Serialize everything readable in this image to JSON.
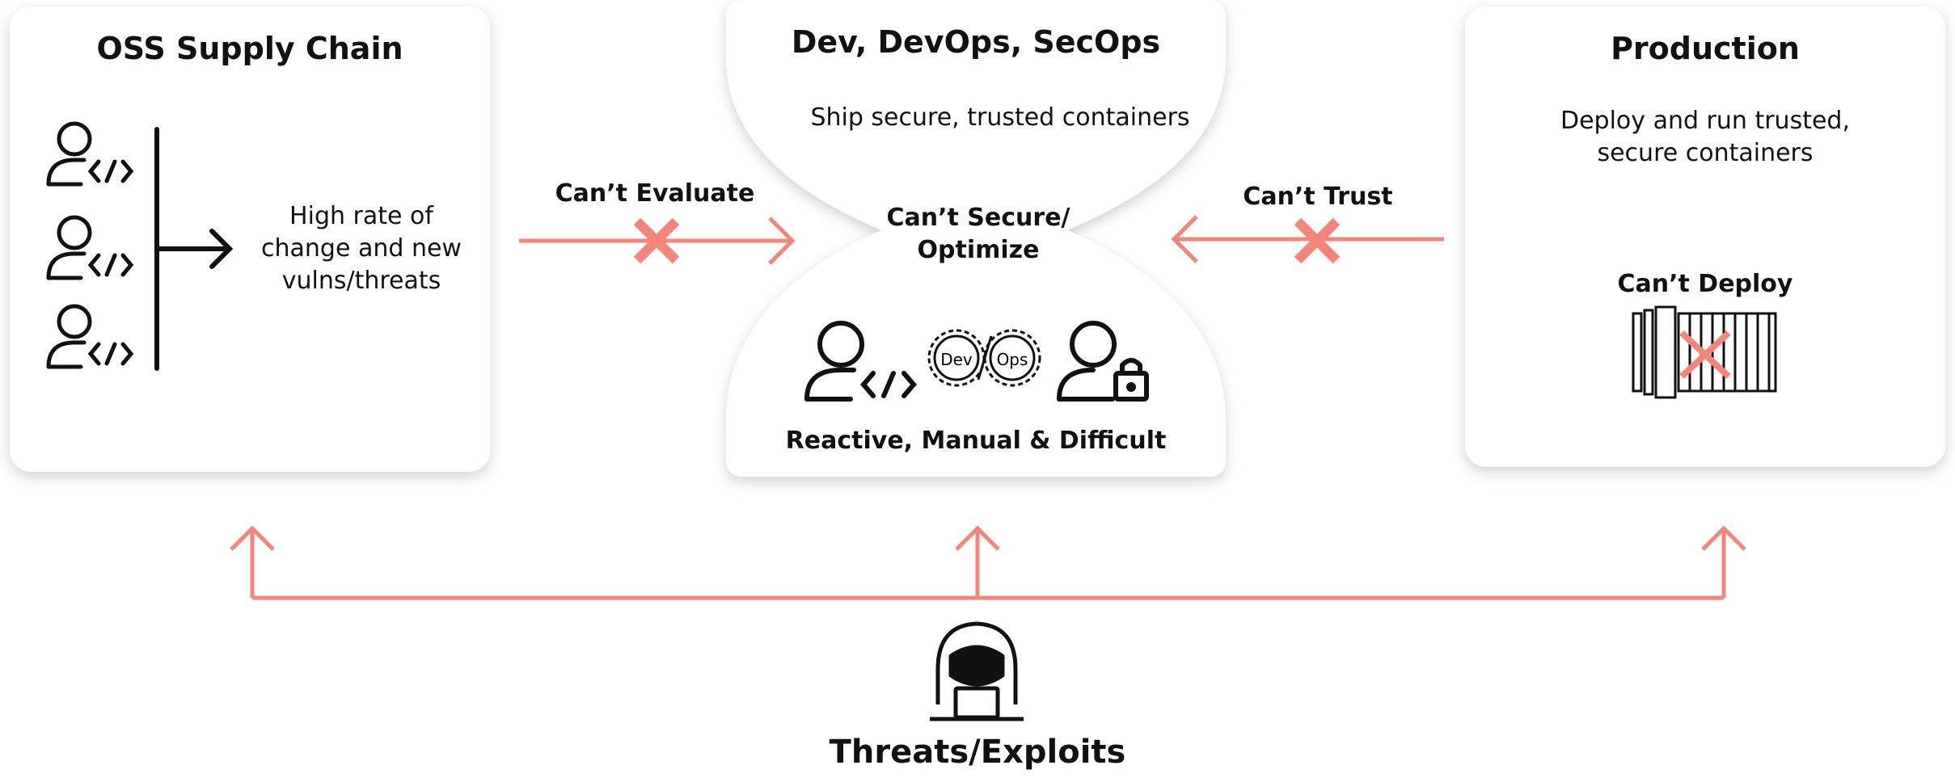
{
  "oss": {
    "title": "OSS Supply Chain",
    "description_lines": [
      "High rate of",
      "change and new",
      "vulns/threats"
    ]
  },
  "dev": {
    "title": "Dev, DevOps, SecOps",
    "subtitle": "Ship secure, trusted containers",
    "problem_lines": [
      "Can’t Secure/",
      "Optimize"
    ],
    "footer": "Reactive, Manual & Difficult",
    "gear_left": "Dev",
    "gear_right": "Ops"
  },
  "prod": {
    "title": "Production",
    "subtitle_lines": [
      "Deploy and run trusted,",
      "secure containers"
    ],
    "problem": "Can’t Deploy"
  },
  "arrows": {
    "left_label": "Can’t Evaluate",
    "right_label": "Can’t Trust"
  },
  "threats": {
    "label": "Threats/Exploits"
  },
  "colors": {
    "accent": "#f4857a",
    "ink": "#111111",
    "card_bg": "#ffffff"
  },
  "icons": [
    "developer-icon",
    "devops-gears-icon",
    "locked-user-icon",
    "container-icon",
    "hacker-icon",
    "cross-icon"
  ]
}
